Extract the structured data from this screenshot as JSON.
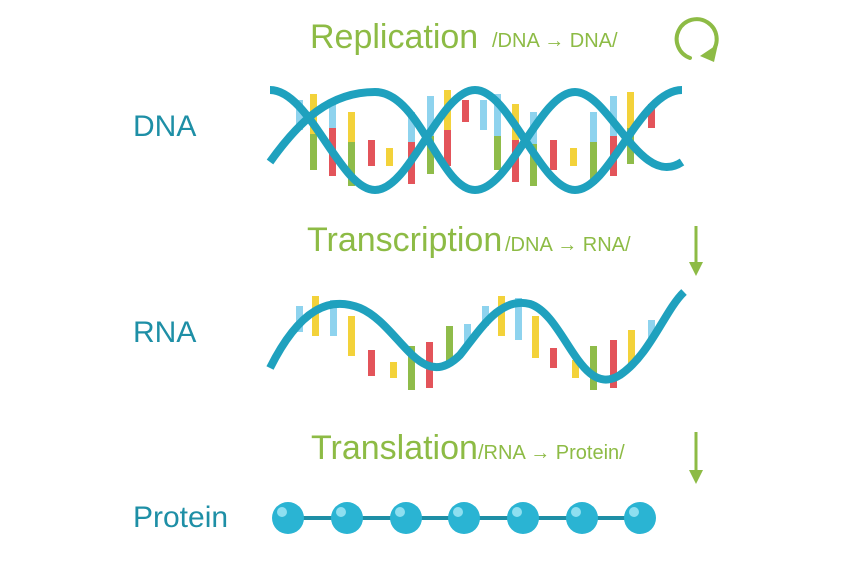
{
  "processes": [
    {
      "name": "Replication",
      "formula": "/DNA → DNA/",
      "icon": "circular-arrow-icon"
    },
    {
      "name": "Transcription",
      "formula": "/DNA → RNA/",
      "icon": "down-arrow-icon"
    },
    {
      "name": "Translation",
      "formula": "/RNA → Protein/",
      "icon": "down-arrow-icon"
    }
  ],
  "molecules": [
    "DNA",
    "RNA",
    "Protein"
  ],
  "colors": {
    "helix": "#1fa1be",
    "label": "#1e8fa6",
    "process": "#8dbb45",
    "base_yellow": "#f3d23a",
    "base_green": "#8fbc4a",
    "base_red": "#e3545a",
    "base_blue": "#8ed3ee",
    "protein_bead": "#2ab4d3"
  }
}
